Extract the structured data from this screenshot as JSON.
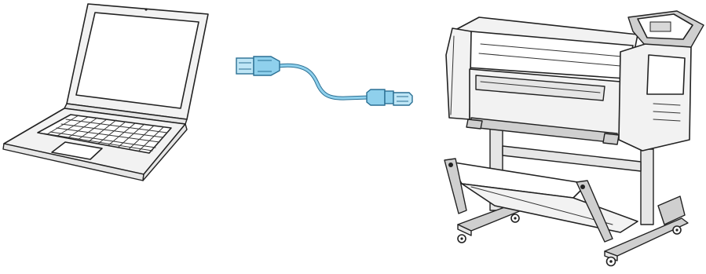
{
  "diagram": {
    "nodes": [
      {
        "id": "computer",
        "icon": "laptop-icon"
      },
      {
        "id": "cable",
        "icon": "usb-cable-icon"
      },
      {
        "id": "printer",
        "icon": "large-format-printer-icon"
      }
    ],
    "connections": [
      {
        "from": "computer",
        "to": "printer",
        "via": "cable"
      }
    ],
    "colors": {
      "outline": "#222222",
      "body": "#f2f2f2",
      "cable": "#8fd0ec",
      "cable_outline": "#2a6f93"
    }
  }
}
